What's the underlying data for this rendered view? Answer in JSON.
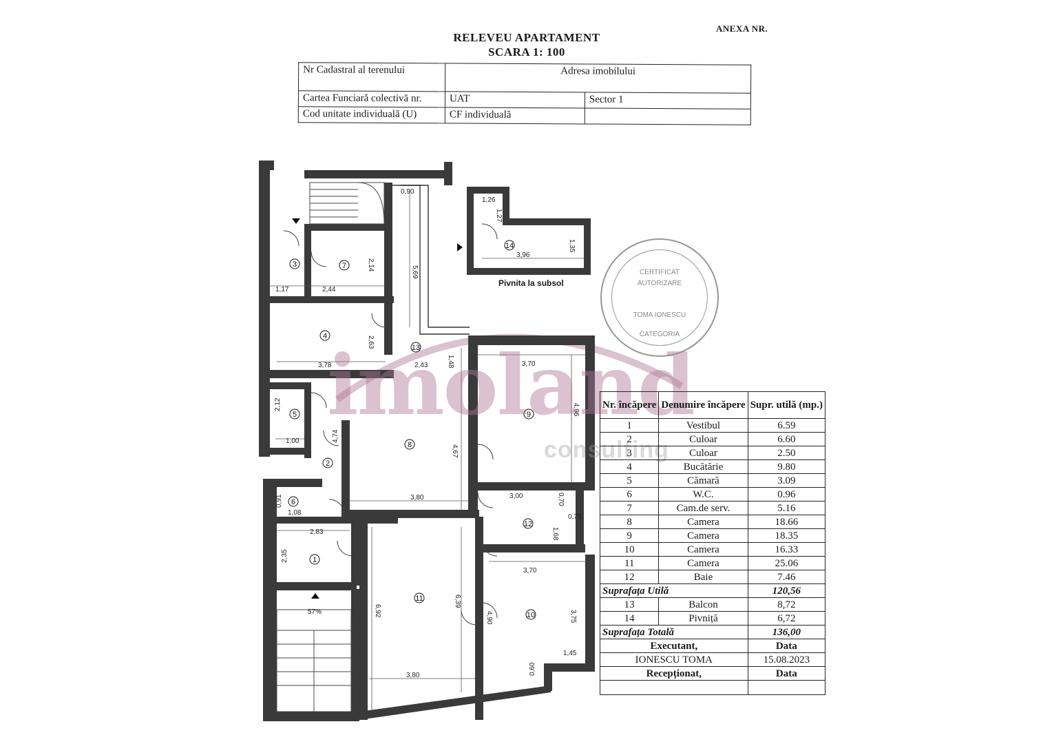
{
  "header": {
    "anexa": "ANEXA NR.",
    "title_line1": "RELEVEU APARTAMENT",
    "title_line2": "SCARA 1: 100"
  },
  "info_table": {
    "cadastral_label": "Nr Cadastral al terenului",
    "address_label": "Adresa imobilului",
    "cf_collective_label": "Cartea Funciară colectivă nr.",
    "uat_label": "UAT",
    "sector_label": "Sector 1",
    "unit_code_label": "Cod unitate individuală (U)",
    "cf_individual_label": "CF individuală"
  },
  "plan": {
    "cellar_caption": "Pivnita la subsol",
    "stair_percent": "57%",
    "room_numbers": [
      "1",
      "2",
      "3",
      "4",
      "5",
      "6",
      "7",
      "8",
      "9",
      "10",
      "11",
      "12",
      "13",
      "14"
    ],
    "dimensions": [
      "0,90",
      "5,69",
      "1,26",
      "1,27",
      "3,96",
      "1,35",
      "2,14",
      "1,17",
      "2,44",
      "2,63",
      "3,78",
      "2,43",
      "1,48",
      "3,70",
      "4,96",
      "2,12",
      "1,00",
      "4,74",
      "4,67",
      "3,80",
      "0,91",
      "1,08",
      "3,00",
      "0,70",
      "0,70",
      "1,68",
      "2,83",
      "2,35",
      "3,70",
      "6,92",
      "6,39",
      "4,90",
      "3,75",
      "1,45",
      "3,80",
      "0,60"
    ]
  },
  "watermark": {
    "brand": "imoland",
    "sub": "consulting"
  },
  "stamp": {
    "line1": "CERTIFICAT",
    "line2": "AUTORIZARE",
    "line3": "TOMA IONESCU",
    "line4": "CATEGORIA"
  },
  "room_table": {
    "col_nr": "Nr. încăpere",
    "col_name": "Denumire încăpere",
    "col_area": "Supr. utilă (mp.)",
    "rooms": [
      {
        "nr": "1",
        "name": "Vestibul",
        "area": "6.59"
      },
      {
        "nr": "2",
        "name": "Culoar",
        "area": "6.60"
      },
      {
        "nr": "3",
        "name": "Culoar",
        "area": "2.50"
      },
      {
        "nr": "4",
        "name": "Bucătărie",
        "area": "9.80"
      },
      {
        "nr": "5",
        "name": "Cămară",
        "area": "3.09"
      },
      {
        "nr": "6",
        "name": "W.C.",
        "area": "0.96"
      },
      {
        "nr": "7",
        "name": "Cam.de serv.",
        "area": "5.16"
      },
      {
        "nr": "8",
        "name": "Camera",
        "area": "18.66"
      },
      {
        "nr": "9",
        "name": "Camera",
        "area": "18.35"
      },
      {
        "nr": "10",
        "name": "Camera",
        "area": "16.33"
      },
      {
        "nr": "11",
        "name": "Camera",
        "area": "25.06"
      },
      {
        "nr": "12",
        "name": "Baie",
        "area": "7.46"
      }
    ],
    "useful_label": "Suprafața Utilă",
    "useful_value": "120,56",
    "extra": [
      {
        "nr": "13",
        "name": "Balcon",
        "area": "8,72"
      },
      {
        "nr": "14",
        "name": "Pivniță",
        "area": "6,72"
      }
    ],
    "total_label": "Suprafața Totală",
    "total_value": "136,00",
    "executant_label": "Executant,",
    "date_label": "Data",
    "executant_name": "IONESCU TOMA",
    "executant_date": "15.08.2023",
    "receptionat_label": "Recepționat,",
    "date_label2": "Data"
  }
}
